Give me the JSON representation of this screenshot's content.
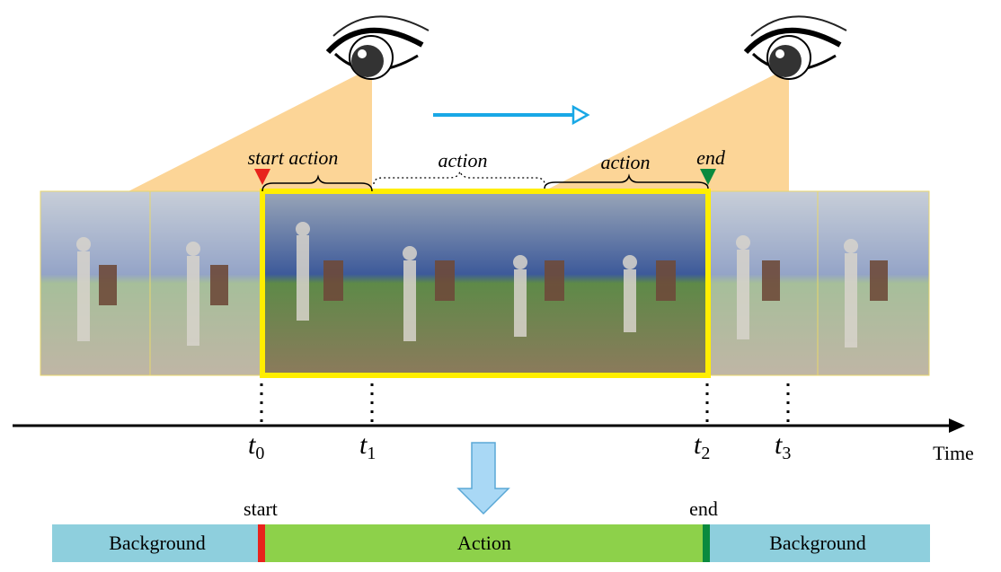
{
  "annotations": {
    "start_action": "start action",
    "action_1": "action",
    "action_2": "action",
    "end": "end"
  },
  "timeline": {
    "axis_label": "Time",
    "ticks": [
      {
        "base": "t",
        "sub": "0"
      },
      {
        "base": "t",
        "sub": "1"
      },
      {
        "base": "t",
        "sub": "2"
      },
      {
        "base": "t",
        "sub": "3"
      }
    ]
  },
  "bottom_bar": {
    "start_label": "start",
    "end_label": "end",
    "segments": [
      {
        "label": "Background",
        "color": "#8ecfdd"
      },
      {
        "label": "Action",
        "color": "#8dd14a"
      },
      {
        "label": "Background",
        "color": "#8ecfdd"
      }
    ],
    "start_marker_color": "#e8231c",
    "end_marker_color": "#0a8a3e"
  },
  "colors": {
    "attention_cone": "#fcd597",
    "highlight_frame": "#ffee00",
    "arrow_blue": "#19a8e6",
    "down_arrow": "#a9d8f5",
    "start_triangle": "#e8231c",
    "end_triangle": "#0a8a3e"
  },
  "frames": {
    "count": 8,
    "icon": "baseball-pitch-video-frame"
  }
}
